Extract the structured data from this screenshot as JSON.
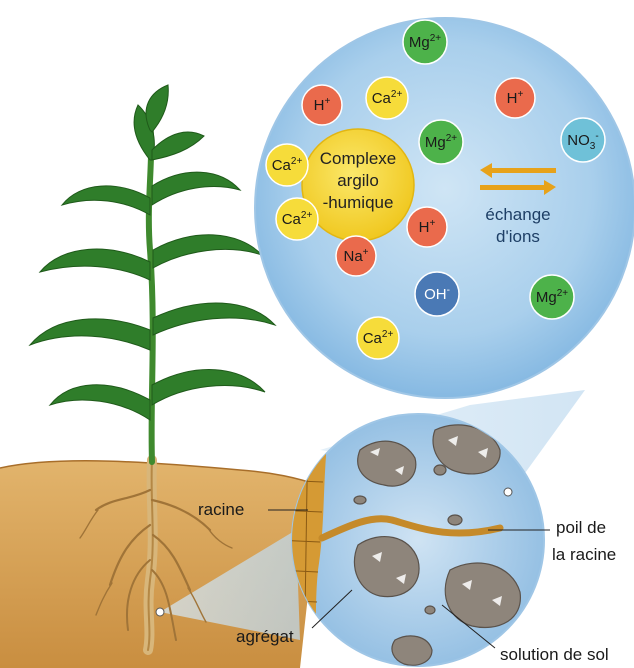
{
  "complex_label": [
    "Complexe",
    "argilo",
    "-humique"
  ],
  "exchange_label": [
    "échange",
    "d'ions"
  ],
  "ions": [
    {
      "base": "Mg",
      "sup": "2+",
      "color": "green"
    },
    {
      "base": "H",
      "sup": "+",
      "color": "red"
    },
    {
      "base": "Ca",
      "sup": "2+",
      "color": "yellow"
    },
    {
      "base": "H",
      "sup": "+",
      "color": "red"
    },
    {
      "base": "NO",
      "sub": "3",
      "sup": "-",
      "color": "teal"
    },
    {
      "base": "Ca",
      "sup": "2+",
      "color": "yellow"
    },
    {
      "base": "Mg",
      "sup": "2+",
      "color": "green"
    },
    {
      "base": "Ca",
      "sup": "2+",
      "color": "yellow"
    },
    {
      "base": "H",
      "sup": "+",
      "color": "red"
    },
    {
      "base": "Na",
      "sup": "+",
      "color": "red"
    },
    {
      "base": "OH",
      "sup": "-",
      "color": "blue"
    },
    {
      "base": "Mg",
      "sup": "2+",
      "color": "green"
    },
    {
      "base": "Ca",
      "sup": "2+",
      "color": "yellow"
    }
  ],
  "labels": {
    "racine": "racine",
    "poil_line1": "poil de",
    "poil_line2": "la racine",
    "agregat": "agrégat",
    "solution": "solution de sol"
  },
  "colors": {
    "yellow": "#f6dc3a",
    "green": "#4db24a",
    "red": "#ea6a4c",
    "teal": "#6fc1d8",
    "blue": "#4a79b5",
    "arrow": "#e7a21a",
    "soil": "#d9a255",
    "sky": "#b9d9ef",
    "leaf": "#2f7d2a"
  }
}
